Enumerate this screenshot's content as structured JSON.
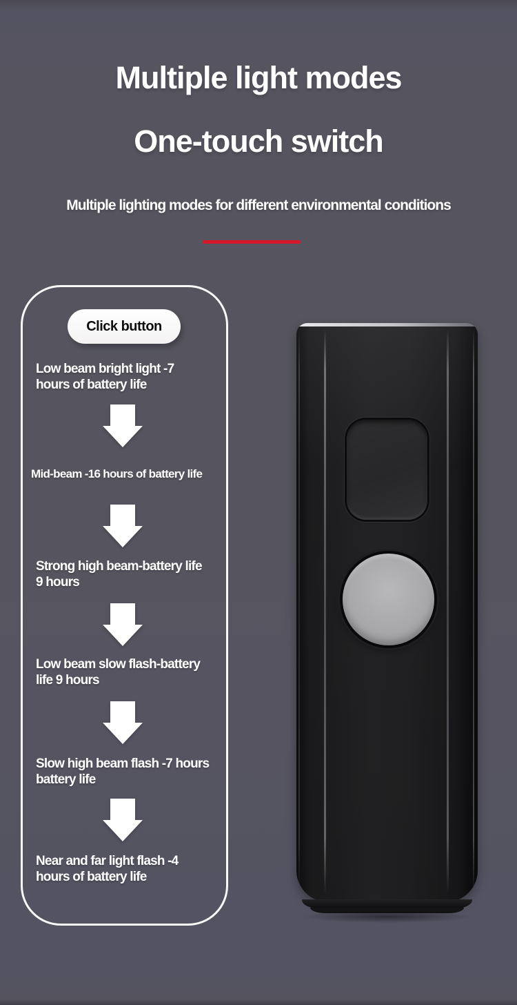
{
  "header": {
    "title_line1": "Multiple light modes",
    "title_line2": "One-touch switch",
    "subtitle": "Multiple lighting modes for different environmental conditions"
  },
  "flow_panel": {
    "click_button_label": "Click button",
    "steps": [
      "Low beam bright light -7\nhours of battery life",
      "Mid-beam -16 hours of battery life",
      "Strong high beam-battery life\n9 hours",
      "Low beam slow flash-battery\nlife 9 hours",
      "Slow high beam flash -7 hours\nbattery life",
      "Near and far light flash -4\nhours of battery life"
    ],
    "arrow_icon": "down-block-arrow"
  },
  "product_image": {
    "subject": "black bike front light",
    "parts": [
      "power-button",
      "round-lens"
    ]
  },
  "colors": {
    "background": "#56555f",
    "accent_red": "#d7182b",
    "text": "#ffffff",
    "panel_border": "#ffffff",
    "pill_background": "#fbfafa",
    "pill_text": "#0d0d0d",
    "product_body": "#1c1c1e",
    "lens_gray": "#a8a8aa"
  }
}
